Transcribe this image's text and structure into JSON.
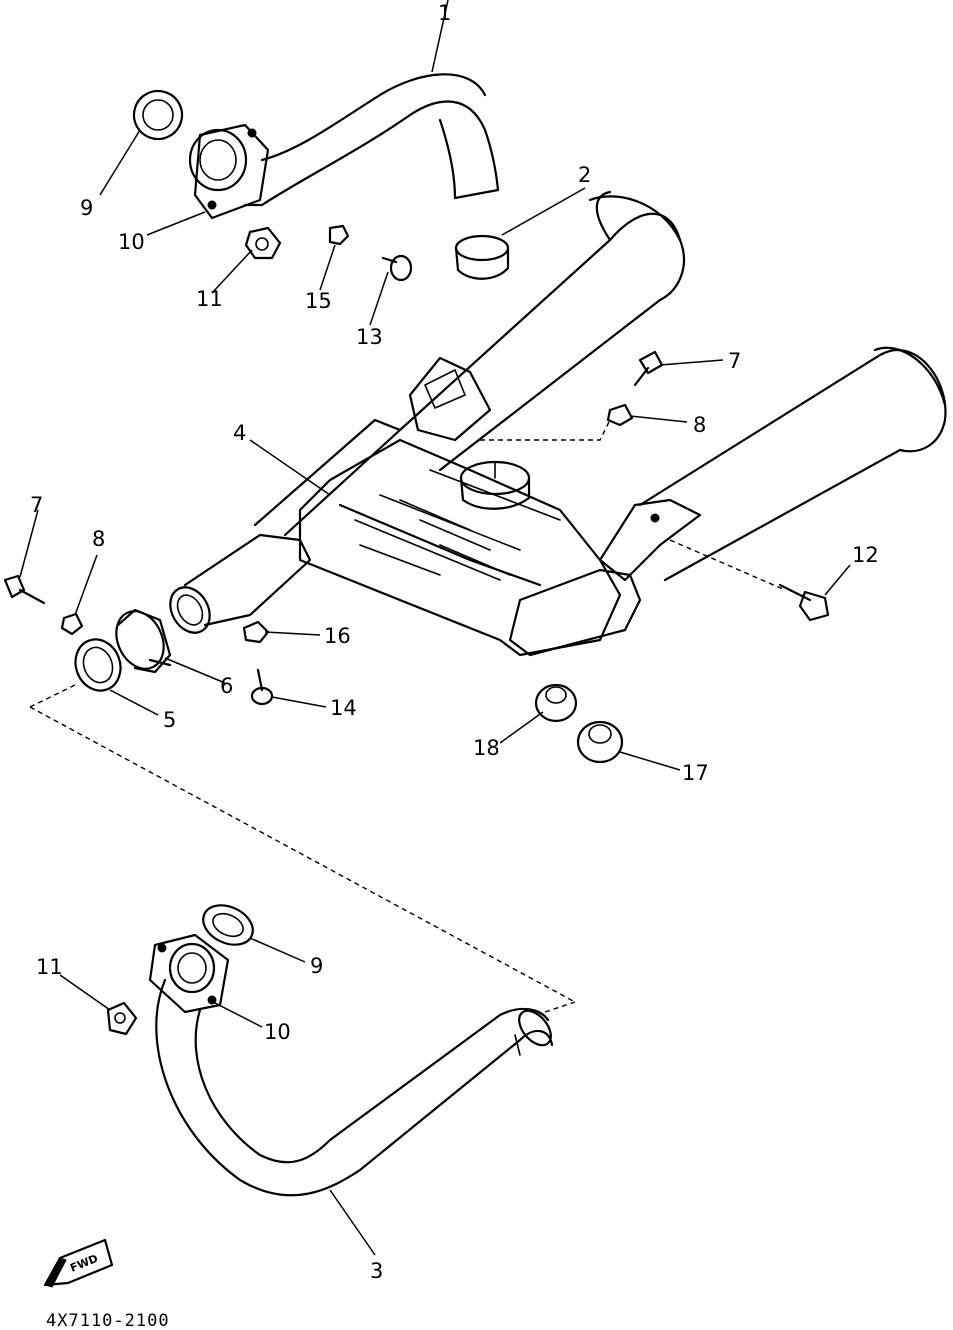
{
  "callouts": [
    {
      "id": "c1",
      "label": "1"
    },
    {
      "id": "c2",
      "label": "2"
    },
    {
      "id": "c9a",
      "label": "9"
    },
    {
      "id": "c10a",
      "label": "10"
    },
    {
      "id": "c11a",
      "label": "11"
    },
    {
      "id": "c15",
      "label": "15"
    },
    {
      "id": "c13",
      "label": "13"
    },
    {
      "id": "c7a",
      "label": "7"
    },
    {
      "id": "c8a",
      "label": "8"
    },
    {
      "id": "c4",
      "label": "4"
    },
    {
      "id": "c7b",
      "label": "7"
    },
    {
      "id": "c8b",
      "label": "8"
    },
    {
      "id": "c12",
      "label": "12"
    },
    {
      "id": "c16",
      "label": "16"
    },
    {
      "id": "c6",
      "label": "6"
    },
    {
      "id": "c5",
      "label": "5"
    },
    {
      "id": "c14",
      "label": "14"
    },
    {
      "id": "c18",
      "label": "18"
    },
    {
      "id": "c17",
      "label": "17"
    },
    {
      "id": "c11b",
      "label": "11"
    },
    {
      "id": "c9b",
      "label": "9"
    },
    {
      "id": "c10b",
      "label": "10"
    },
    {
      "id": "c3",
      "label": "3"
    }
  ],
  "fwd_badge": "FWD",
  "catalog_code": "4X7110-2100"
}
